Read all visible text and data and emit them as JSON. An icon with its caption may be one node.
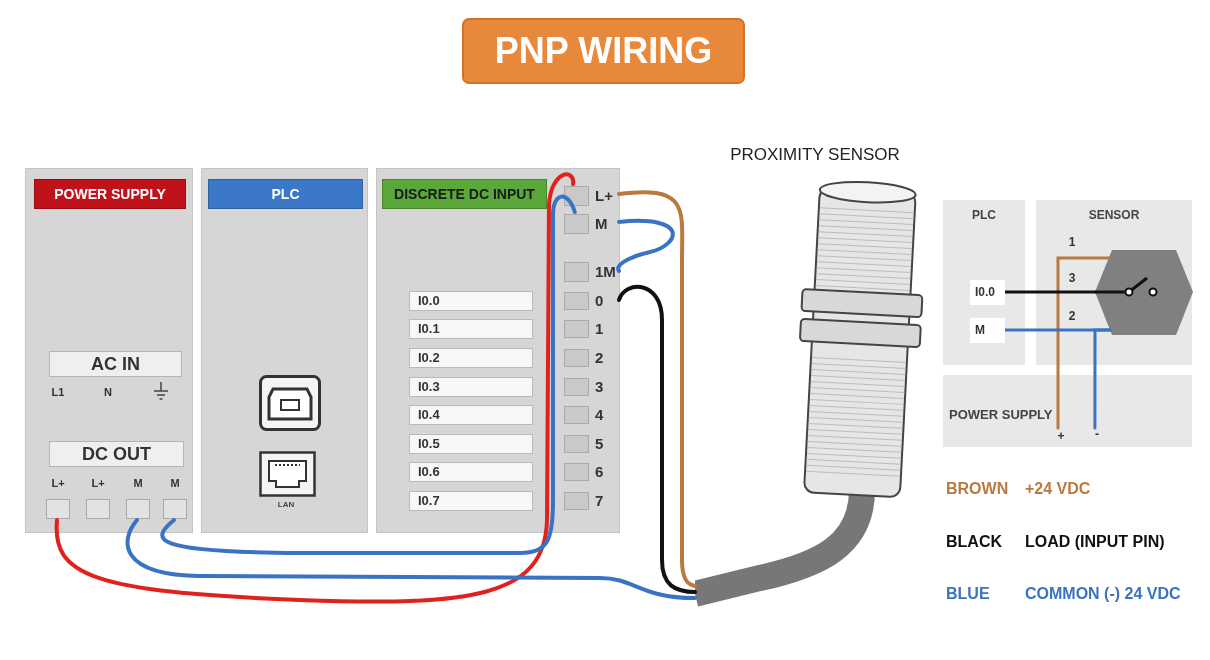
{
  "diagram": {
    "title": "PNP WIRING",
    "nodes": [
      {
        "text": [
          "POWER SUPPLY"
        ]
      },
      {
        "text": [
          "AC IN"
        ],
        "in": 0
      },
      {
        "text": [
          "DC OUT"
        ],
        "in": 0
      },
      {
        "text": [
          "L+"
        ],
        "in": 0
      },
      {
        "text": [
          "L+"
        ],
        "in": 0
      },
      {
        "text": [
          "M"
        ],
        "in": 0
      },
      {
        "text": [
          "M"
        ],
        "in": 0
      },
      {
        "text": [
          "PLC"
        ]
      },
      {
        "text": [
          "DISCRETE DC INPUT"
        ]
      },
      {
        "text": [
          "L+"
        ],
        "in": 8
      },
      {
        "text": [
          "M"
        ],
        "in": 8
      },
      {
        "text": [
          "1M"
        ],
        "in": 8
      },
      {
        "text": [
          "0"
        ],
        "in": 8
      },
      {
        "text": [
          "1"
        ],
        "in": 8
      },
      {
        "text": [
          "2"
        ],
        "in": 8
      },
      {
        "text": [
          "3"
        ],
        "in": 8
      },
      {
        "text": [
          "4"
        ],
        "in": 8
      },
      {
        "text": [
          "5"
        ],
        "in": 8
      },
      {
        "text": [
          "6"
        ],
        "in": 8
      },
      {
        "text": [
          "7"
        ],
        "in": 8
      },
      {
        "text": [
          "I0.0"
        ],
        "in": 8
      },
      {
        "text": [
          "I0.1"
        ],
        "in": 8
      },
      {
        "text": [
          "I0.2"
        ],
        "in": 8
      },
      {
        "text": [
          "I0.3"
        ],
        "in": 8
      },
      {
        "text": [
          "I0.4"
        ],
        "in": 8
      },
      {
        "text": [
          "I0.5"
        ],
        "in": 8
      },
      {
        "text": [
          "I0.6"
        ],
        "in": 8
      },
      {
        "text": [
          "I0.7"
        ],
        "in": 8
      },
      {
        "text": [
          "PROXIMITY SENSOR"
        ]
      },
      {
        "text": [
          "PLC"
        ]
      },
      {
        "text": [
          "I0.0"
        ],
        "in": 29
      },
      {
        "text": [
          "M"
        ],
        "in": 29
      },
      {
        "text": [
          "SENSOR"
        ]
      },
      {
        "text": [],
        "shape": "hexagon",
        "in": 32
      },
      {
        "text": [
          "POWER SUPPLY"
        ]
      }
    ],
    "edges": [
      {
        "from": 3,
        "to": 9,
        "arrow": "none",
        "color": "#e0221f"
      },
      {
        "from": 6,
        "to": 10,
        "arrow": "none"
      },
      {
        "from": 10,
        "to": 11,
        "arrow": "none"
      },
      {
        "from": 5,
        "to": 28,
        "arrow": "none"
      },
      {
        "from": 9,
        "to": 28,
        "arrow": "none",
        "color": "#b87a3e"
      },
      {
        "from": 12,
        "to": 28,
        "arrow": "none",
        "color": "#111111"
      },
      {
        "from": 34,
        "to": 33,
        "arrow": "none",
        "color": "#b87a3e"
      },
      {
        "from": 30,
        "to": 33,
        "arrow": "none",
        "color": "#111111"
      },
      {
        "from": 31,
        "to": 33,
        "arrow": "none"
      },
      {
        "from": 34,
        "to": 33,
        "arrow": "none"
      }
    ],
    "labels": [
      "L1",
      "N",
      "LAN",
      "1",
      "3",
      "2",
      "+",
      "-",
      "BROWN",
      "+24 VDC",
      "BLACK",
      "LOAD (INPUT PIN)",
      "BLUE",
      "COMMON (-) 24 VDC"
    ]
  }
}
